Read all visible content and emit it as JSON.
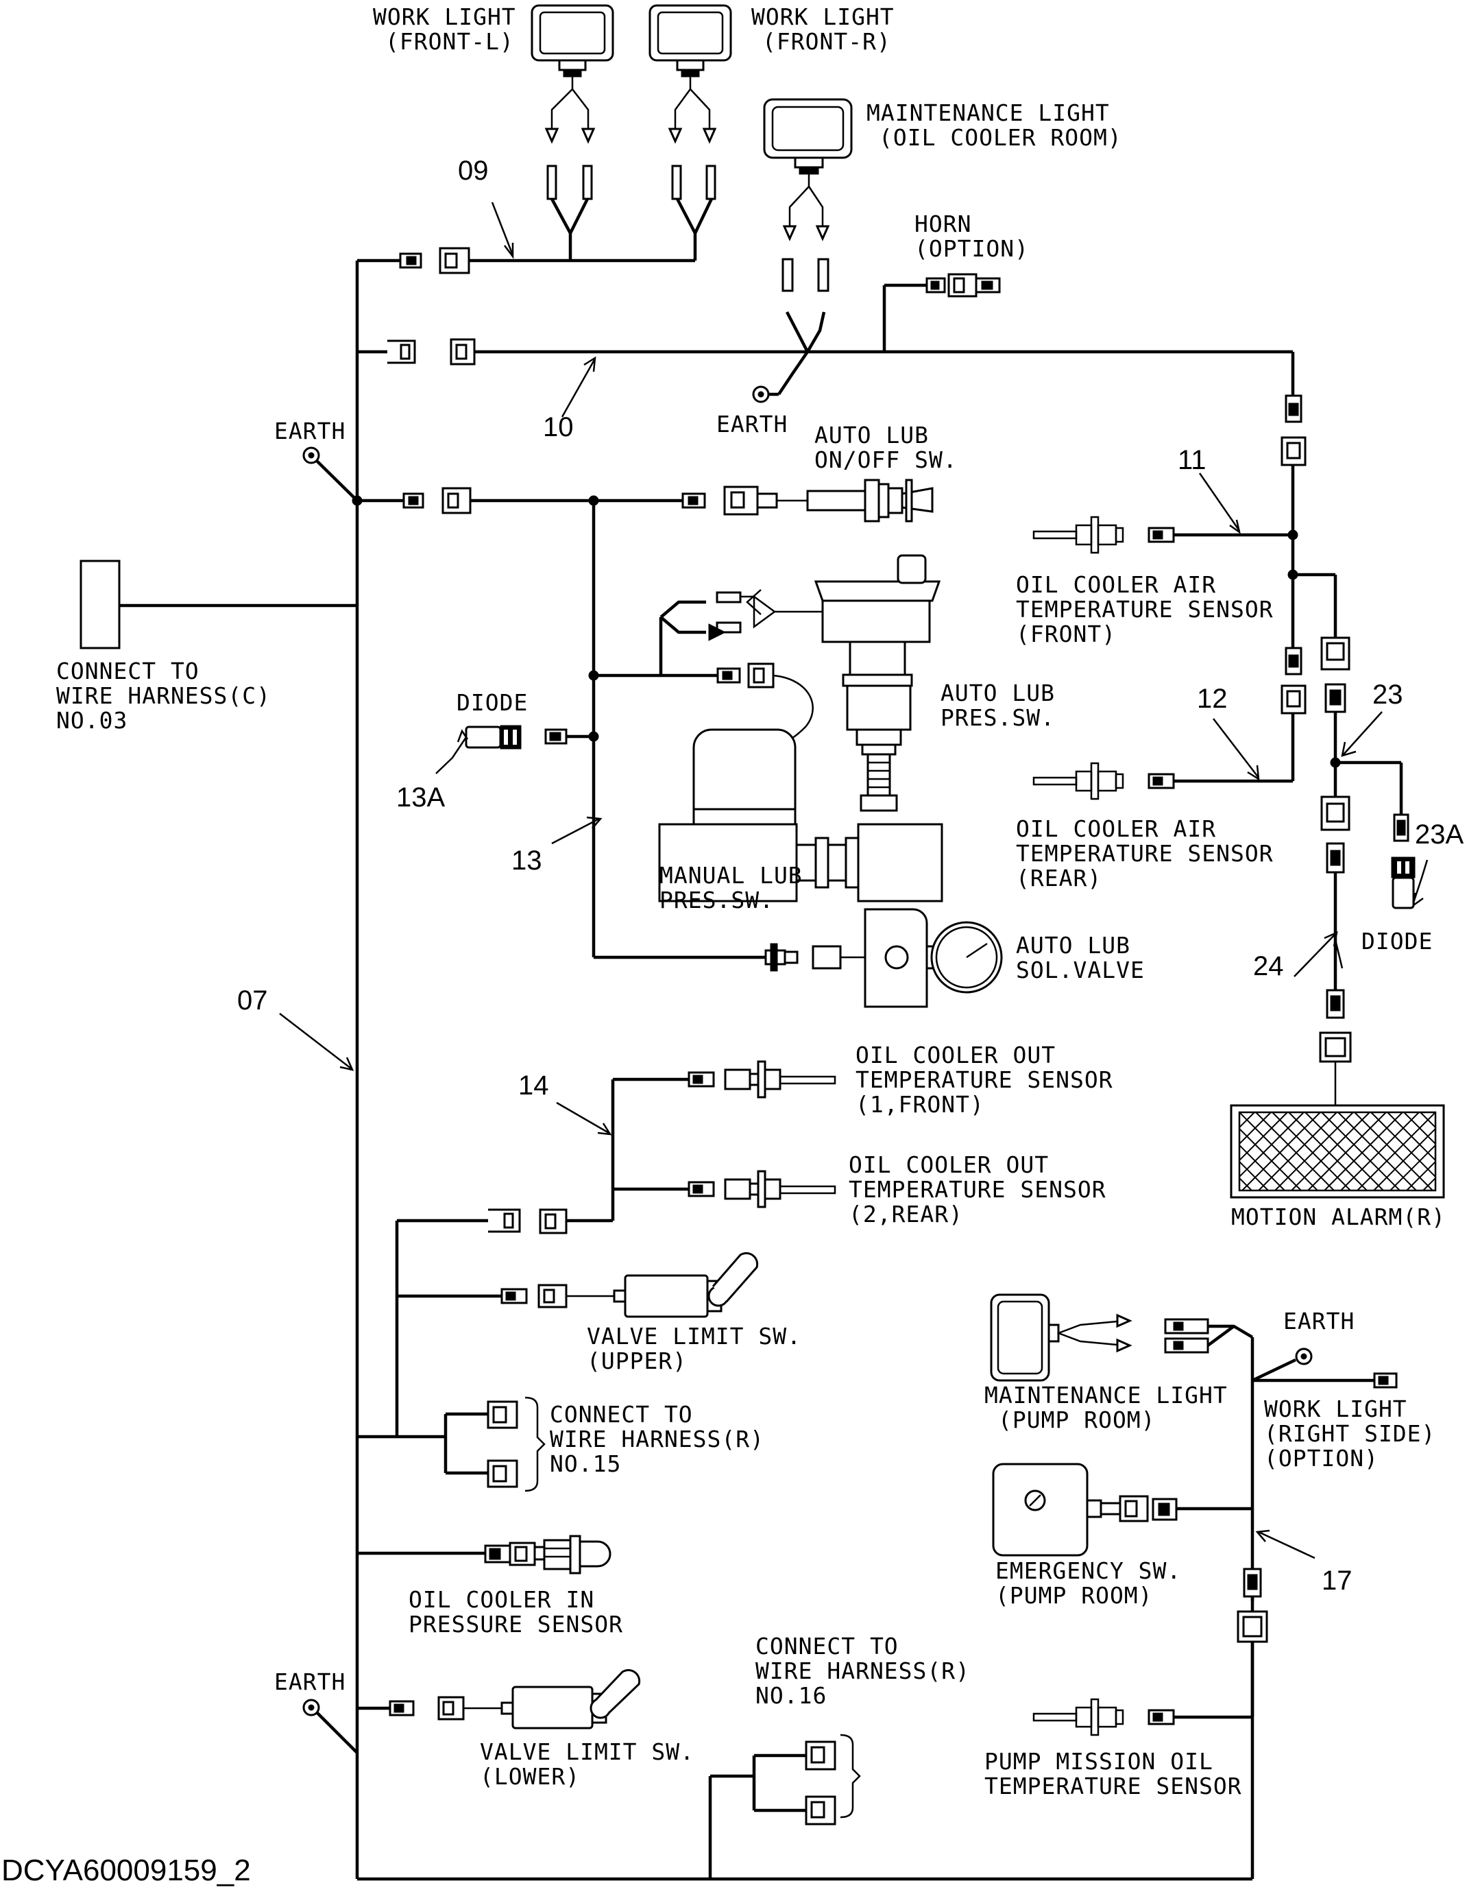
{
  "document_id": "DCYA60009159_2",
  "components": {
    "work_light_front_l": [
      "WORK LIGHT",
      "(FRONT-L)"
    ],
    "work_light_front_r": [
      "WORK LIGHT",
      "(FRONT-R)"
    ],
    "maintenance_light_oil_cooler": [
      "MAINTENANCE LIGHT",
      "(OIL COOLER ROOM)"
    ],
    "horn": [
      "HORN",
      "(OPTION)"
    ],
    "earth_top": "EARTH",
    "earth_upper_left": "EARTH",
    "auto_lub_switch": [
      "AUTO LUB",
      "ON/OFF SW."
    ],
    "connect_harness_c": [
      "CONNECT TO",
      "WIRE HARNESS(C)",
      "NO.03"
    ],
    "diode_13a": "DIODE",
    "auto_lub_pres_sw": [
      "AUTO LUB",
      "PRES.SW."
    ],
    "manual_lub_pres_sw": [
      "MANUAL LUB",
      "PRES.SW."
    ],
    "auto_lub_sol_valve": [
      "AUTO LUB",
      "SOL.VALVE"
    ],
    "oil_cooler_air_front": [
      "OIL COOLER AIR",
      "TEMPERATURE SENSOR",
      "(FRONT)"
    ],
    "oil_cooler_air_rear": [
      "OIL COOLER AIR",
      "TEMPERATURE SENSOR",
      "(REAR)"
    ],
    "diode_23a": "DIODE",
    "motion_alarm": "MOTION ALARM(R)",
    "oil_cooler_out_front": [
      "OIL COOLER OUT",
      "TEMPERATURE SENSOR",
      "(1,FRONT)"
    ],
    "oil_cooler_out_rear": [
      "OIL COOLER OUT",
      "TEMPERATURE SENSOR",
      "(2,REAR)"
    ],
    "valve_limit_upper": [
      "VALVE LIMIT SW.",
      "(UPPER)"
    ],
    "connect_harness_r15": [
      "CONNECT TO",
      "WIRE HARNESS(R)",
      "NO.15"
    ],
    "oil_cooler_in_pressure": [
      "OIL COOLER IN",
      "PRESSURE SENSOR"
    ],
    "earth_lower_left": "EARTH",
    "valve_limit_lower": [
      "VALVE LIMIT SW.",
      "(LOWER)"
    ],
    "connect_harness_r16": [
      "CONNECT TO",
      "WIRE HARNESS(R)",
      "NO.16"
    ],
    "maintenance_light_pump": [
      "MAINTENANCE LIGHT",
      "(PUMP ROOM)"
    ],
    "earth_right": "EARTH",
    "work_light_right_side": [
      "WORK LIGHT",
      "(RIGHT SIDE)",
      "(OPTION)"
    ],
    "emergency_sw": [
      "EMERGENCY SW.",
      "(PUMP ROOM)"
    ],
    "pump_mission_sensor": [
      "PUMP MISSION OIL",
      "TEMPERATURE SENSOR"
    ]
  },
  "harness_numbers": {
    "h07": "07",
    "h09": "09",
    "h10": "10",
    "h11": "11",
    "h12": "12",
    "h13": "13",
    "h13a": "13A",
    "h14": "14",
    "h17": "17",
    "h23": "23",
    "h23a": "23A",
    "h24": "24"
  }
}
